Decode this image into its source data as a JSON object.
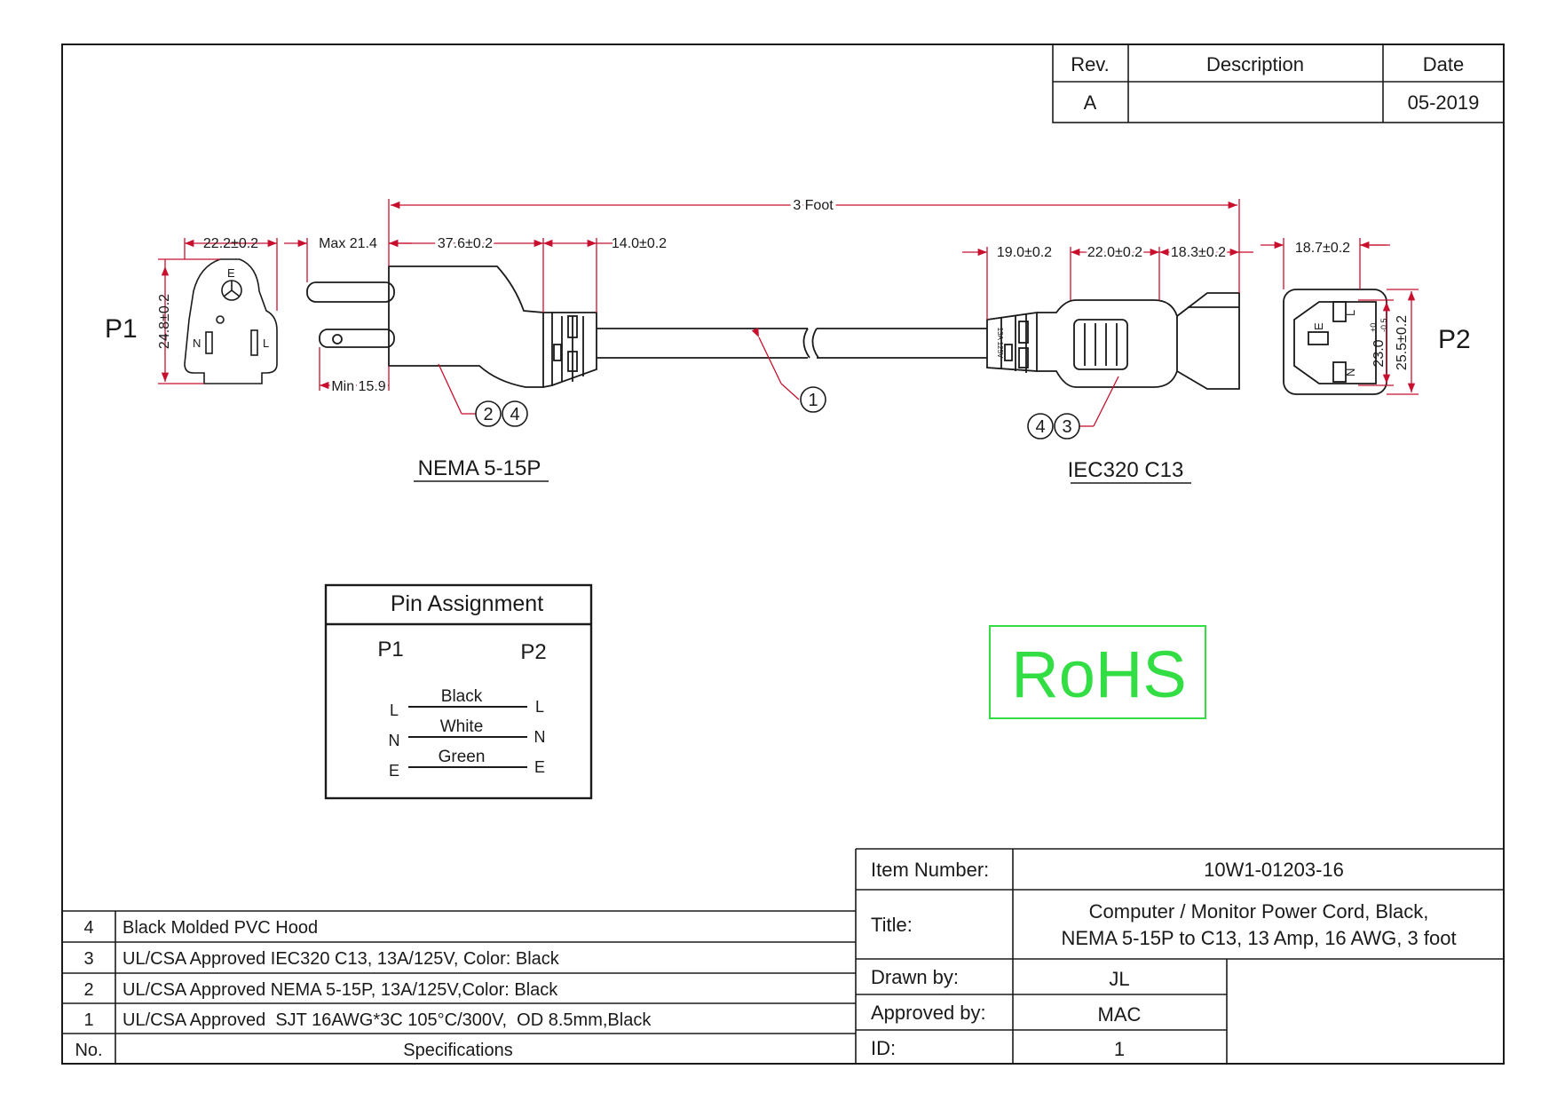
{
  "revision_table": {
    "headers": [
      "Rev.",
      "Description",
      "Date"
    ],
    "row": {
      "rev": "A",
      "description": "",
      "date": "05-2019"
    }
  },
  "labels": {
    "p1": "P1",
    "p2": "P2",
    "nema_title": "NEMA 5-15P",
    "iec_title": "IEC320 C13",
    "rohs": "RoHS"
  },
  "dimensions": {
    "overall_length": "3 Foot",
    "p1_width": "22.2±0.2",
    "p1_height": "24.8±0.2",
    "max_blade": "Max 21.4",
    "min_blade": "Min 15.9",
    "nema_body": "37.6±0.2",
    "nema_strain": "14.0±0.2",
    "iec_strain": "19.0±0.2",
    "iec_mid": "22.0±0.2",
    "iec_body": "18.3±0.2",
    "p2_width": "18.7±0.2",
    "p2_inner_height": "23.0",
    "p2_tol_upper": "+0",
    "p2_tol_lower": "-0.5",
    "p2_outer_height": "25.5±0.2"
  },
  "pin_letters": {
    "earth": "E",
    "neutral": "N",
    "live": "L"
  },
  "strain_relief_marking": "13A 125V",
  "balloons": {
    "cord": "1",
    "nema_mold": "2",
    "nema_hood": "4",
    "iec_hood": "4",
    "iec_mold": "3"
  },
  "pin_assignment": {
    "title": "Pin Assignment",
    "col_left": "P1",
    "col_right": "P2",
    "rows": [
      {
        "left": "L",
        "wire": "Black",
        "right": "L"
      },
      {
        "left": "N",
        "wire": "White",
        "right": "N"
      },
      {
        "left": "E",
        "wire": "Green",
        "right": "E"
      }
    ]
  },
  "bom": {
    "rows": [
      {
        "no": "4",
        "spec": "Black Molded PVC Hood"
      },
      {
        "no": "3",
        "spec": "UL/CSA Approved IEC320 C13, 13A/125V, Color: Black"
      },
      {
        "no": "2",
        "spec": "UL/CSA Approved NEMA 5-15P, 13A/125V,Color: Black"
      },
      {
        "no": "1",
        "spec": "UL/CSA Approved  SJT 16AWG*3C 105°C/300V,  OD 8.5mm,Black"
      }
    ],
    "header_no": "No.",
    "header_spec": "Specifications"
  },
  "title_block": {
    "item_number_label": "Item Number:",
    "item_number": "10W1-01203-16",
    "title_label": "Title:",
    "title_line1": "Computer / Monitor Power Cord, Black,",
    "title_line2": "NEMA 5-15P to C13, 13 Amp, 16 AWG, 3 foot",
    "drawn_by_label": "Drawn by:",
    "drawn_by": "JL",
    "approved_by_label": "Approved by:",
    "approved_by": "MAC",
    "id_label": "ID:",
    "id": "1"
  },
  "colors": {
    "dimension": "#c8102e",
    "rohs": "#33dd44",
    "ink": "#1a1a1a"
  }
}
